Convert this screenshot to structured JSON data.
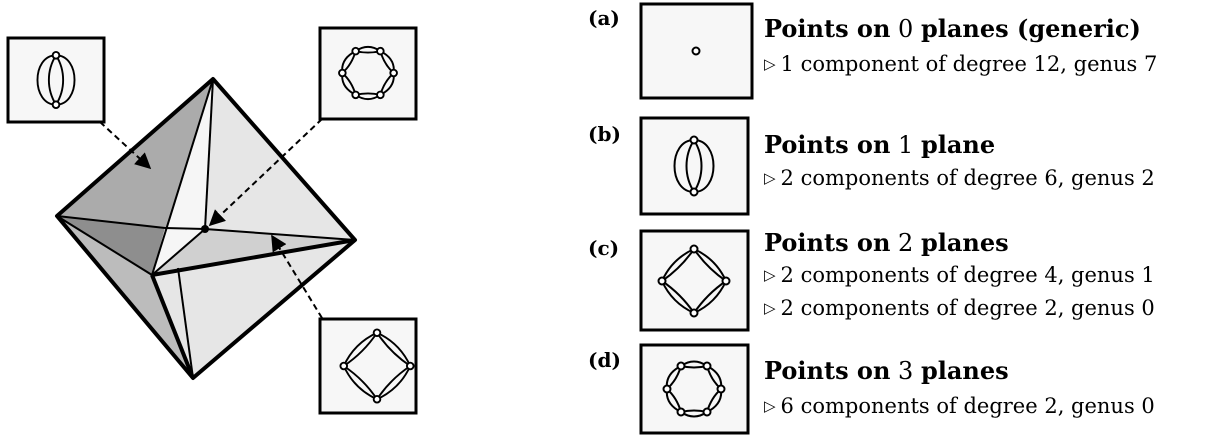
{
  "panels": [
    {
      "label": "(a)",
      "heading_prefix": "Points on",
      "count": "0",
      "heading_suffix": "planes (generic)",
      "bullets": [
        "1 component of degree 12, genus 7"
      ]
    },
    {
      "label": "(b)",
      "heading_prefix": "Points on",
      "count": "1",
      "heading_suffix": "plane",
      "bullets": [
        "2 components of degree 6, genus 2"
      ]
    },
    {
      "label": "(c)",
      "heading_prefix": "Points on",
      "count": "2",
      "heading_suffix": "planes",
      "bullets": [
        "2 components of degree 4, genus 1",
        "2 components of degree 2, genus 0"
      ]
    },
    {
      "label": "(d)",
      "heading_prefix": "Points on",
      "count": "3",
      "heading_suffix": "planes",
      "bullets": [
        "6 components of degree 2, genus 0"
      ]
    }
  ],
  "bullet_glyph": "▷",
  "colors": {
    "face_dark": "#8e8e8e",
    "face_mid": "#ababab",
    "face_light": "#d0d0d0",
    "face_pale": "#e6e6e6",
    "face_white": "#f6f6f6",
    "box_fill": "#f7f7f7"
  }
}
